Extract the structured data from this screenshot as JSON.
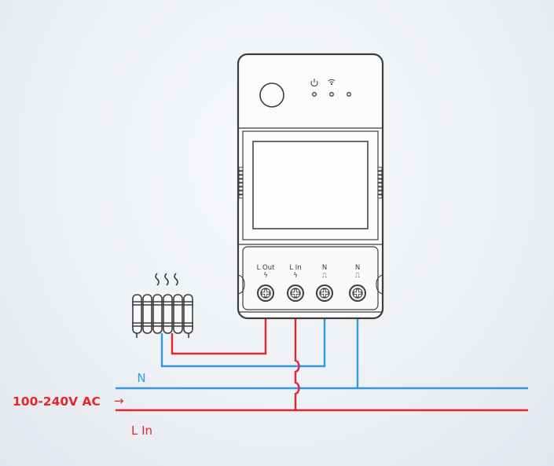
{
  "colors": {
    "live": "#e3262f",
    "neutral": "#2f9ae0",
    "outline": "#3d3d3d",
    "background": "#eef1f5"
  },
  "device": {
    "indicators": [
      "power-icon",
      "wifi-icon"
    ],
    "terminals": [
      {
        "label": "L Out",
        "symbol": "ϟ",
        "wire": "live"
      },
      {
        "label": "L In",
        "symbol": "ϟ",
        "wire": "live"
      },
      {
        "label": "N",
        "symbol": "⎍",
        "wire": "neutral"
      },
      {
        "label": "N",
        "symbol": "⎍",
        "wire": "neutral"
      }
    ]
  },
  "load": {
    "icon": "radiator-heater-icon"
  },
  "supply": {
    "voltage_label": "100-240V AC",
    "arrow": "→",
    "neutral_label": "N",
    "live_label": "L In"
  }
}
